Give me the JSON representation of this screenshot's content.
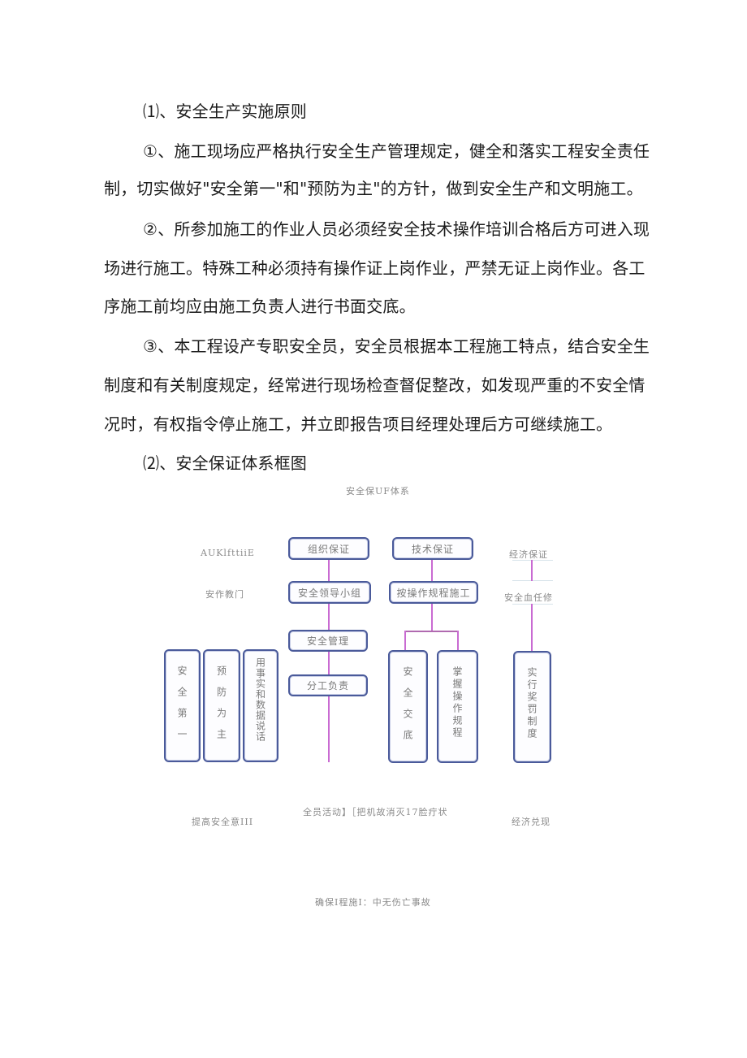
{
  "document": {
    "heading1": "⑴、安全生产实施原则",
    "p1_line1": "①、施工现场应严格执行安全生产管理规定，健全和落实工程安全责任",
    "p1_line2": "制，切实做好\"安全第一\"和\"预防为主\"的方针，做到安全生产和文明施工。",
    "p2_line1": "②、所参加施工的作业人员必须经安全技术操作培训合格后方可进入现",
    "p2_line2": "场进行施工。特殊工种必须持有操作证上岗作业，严禁无证上岗作业。各工",
    "p2_line3": "序施工前均应由施工负责人进行书面交底。",
    "p3_line1": "③、本工程设产专职安全员，安全员根据本工程施工特点，结合安全生",
    "p3_line2": "制度和有关制度规定，经常进行现场检查督促整改，如发现严重的不安全情",
    "p3_line3": "况时，有权指令停止施工，并立即报告项目经理处理后方可继续施工。",
    "heading2": "⑵、安全保证体系框图"
  },
  "diagram": {
    "title": "安全保UF体系",
    "left_label_1": "AUKlfttiiE",
    "left_label_2": "安作教门",
    "right_label_1": "经济保证",
    "right_label_2": "安全血任修",
    "col1": {
      "box1": "组织保证",
      "box2": "安全领导小组",
      "box3": "安全管理",
      "box4": "分工负责"
    },
    "col2": {
      "box1": "技术保证",
      "box2": "按操作规程施工",
      "sub1": "安全交底",
      "sub2": "掌握操作规程"
    },
    "left_boxes": {
      "b1": "安全第一",
      "b2": "预防为主",
      "b3": "用事实和数据说话"
    },
    "right_box": "实行奖罚制度",
    "bottom_left": "提高安全意III",
    "bottom_center": "全员活动】［把机故消灭17脸疔状",
    "bottom_right": "经济兑现",
    "footer": "确保I程施I：中无伤亡事故"
  },
  "colors": {
    "box_border": "#4a5a9a",
    "connector": "#c96bd2",
    "caption_text": "#8a8a8a"
  }
}
